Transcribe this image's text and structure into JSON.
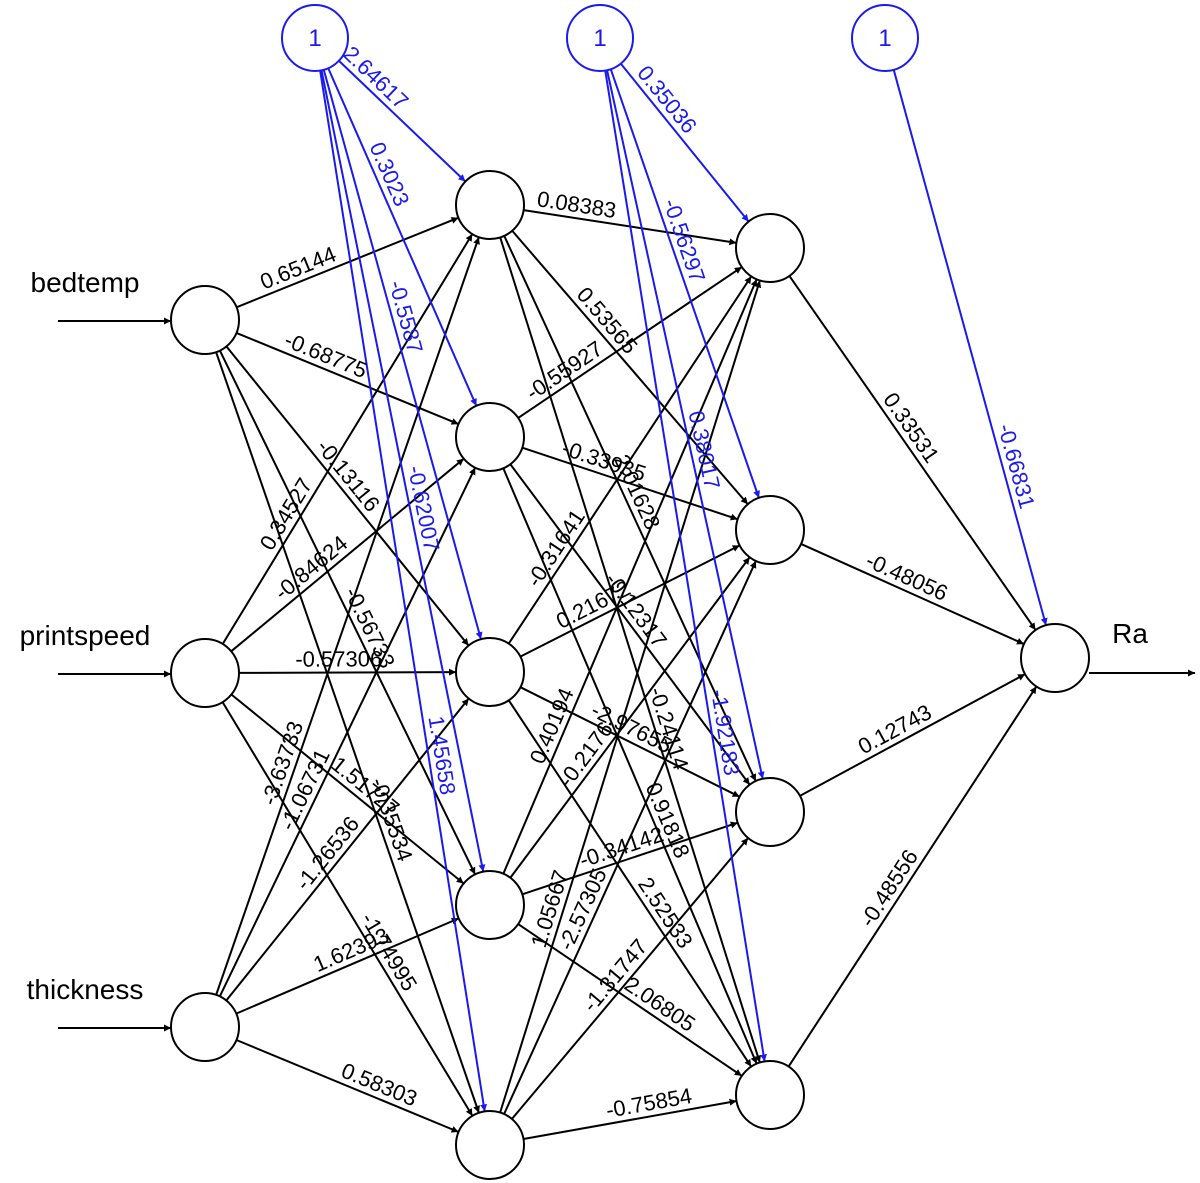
{
  "inputs": [
    "bedtemp",
    "printspeed",
    "thickness"
  ],
  "output": "Ra",
  "bias_label": "1",
  "colors": {
    "weight": "#000000",
    "bias": "#1a1aee"
  },
  "weights_input_hidden1": [
    [
      "0.65144",
      "-0.68775",
      "-0.13116",
      "-0.56733",
      "-0.35534"
    ],
    [
      "0.34527",
      "-0.84624",
      "-0.57306",
      "1.51727",
      "-1.74995"
    ],
    [
      "-3.63733",
      "-1.06731",
      "-1.26536",
      "1.62393",
      "0.58303"
    ]
  ],
  "bias_hidden1": [
    "2.64617",
    "0.3023",
    "-0.5587",
    "-0.62007",
    "1.45658"
  ],
  "weights_hidden1_hidden2": [
    [
      "0.08383",
      "0.53565",
      "2.01628",
      "-0.24114"
    ],
    [
      "-0.55927",
      "-0.33935",
      "-0.12317",
      "0.91818"
    ],
    [
      "-0.31641",
      "0.21672",
      "-2.97655",
      "2.52533"
    ],
    [
      "0.40194",
      "-0.2176",
      "-0.34142",
      "2.06805"
    ],
    [
      "1.05667",
      "-2.57305",
      "-1.31747",
      "-0.75854"
    ]
  ],
  "bias_hidden2": [
    "0.35036",
    "-0.56297",
    "0.38017",
    "-1.92183"
  ],
  "weights_hidden2_output": [
    "0.33531",
    "-0.48056",
    "0.12743",
    "-0.48556"
  ],
  "bias_output": "-0.66831"
}
